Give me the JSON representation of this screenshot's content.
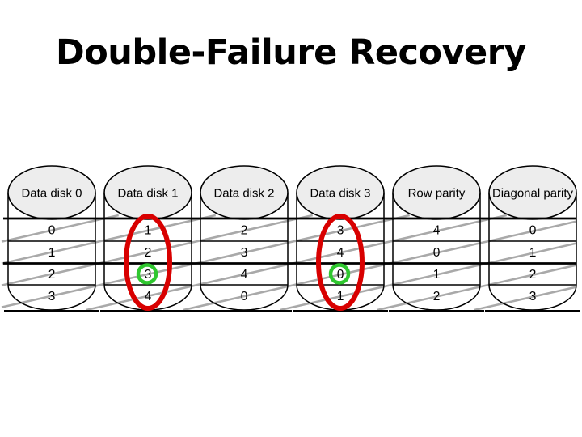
{
  "title": "Double-Failure Recovery",
  "diagram": {
    "disks": [
      {
        "label": "Data disk 0",
        "values": [
          "0",
          "1",
          "2",
          "3"
        ],
        "failed": false,
        "recovered_row": null
      },
      {
        "label": "Data disk 1",
        "values": [
          "1",
          "2",
          "3",
          "4"
        ],
        "failed": true,
        "recovered_row": 2
      },
      {
        "label": "Data disk 2",
        "values": [
          "2",
          "3",
          "4",
          "0"
        ],
        "failed": false,
        "recovered_row": null
      },
      {
        "label": "Data disk 3",
        "values": [
          "3",
          "4",
          "0",
          "1"
        ],
        "failed": true,
        "recovered_row": 2
      },
      {
        "label": "Row parity",
        "values": [
          "4",
          "0",
          "1",
          "2"
        ],
        "failed": false,
        "recovered_row": null
      },
      {
        "label": "Diagonal parity",
        "values": [
          "0",
          "1",
          "2",
          "3"
        ],
        "failed": false,
        "recovered_row": null
      }
    ],
    "num_diagonal_stripes": 9,
    "colors": {
      "failed_ring": "#d80000",
      "recovered_ring": "#2fc72f",
      "stripe_line": "#a9a9a9",
      "disk_top_fill": "#ededed",
      "ink": "#000000"
    }
  }
}
